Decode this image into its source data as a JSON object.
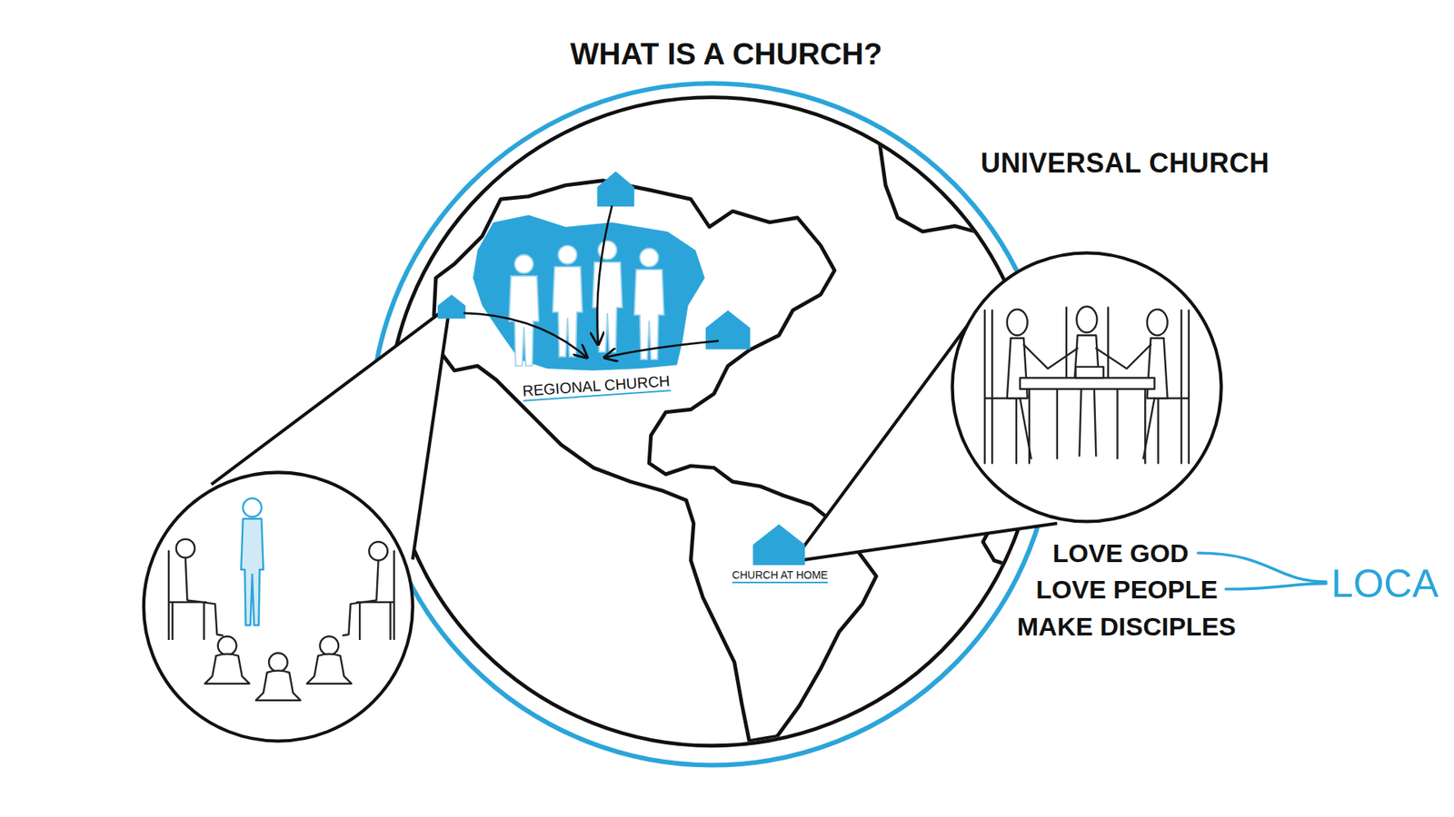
{
  "diagram": {
    "title": "WHAT IS A CHURCH?",
    "nodes": [
      {
        "text": [
          "UNIVERSAL CHURCH"
        ]
      },
      {
        "text": [
          "REGIONAL CHURCH"
        ],
        "in": 0
      }
    ],
    "labels": [
      "CHURCH AT HOME",
      "LOVE GOD",
      "LOVE PEOPLE",
      "MAKE DISCIPLES",
      "LOCA"
    ]
  }
}
